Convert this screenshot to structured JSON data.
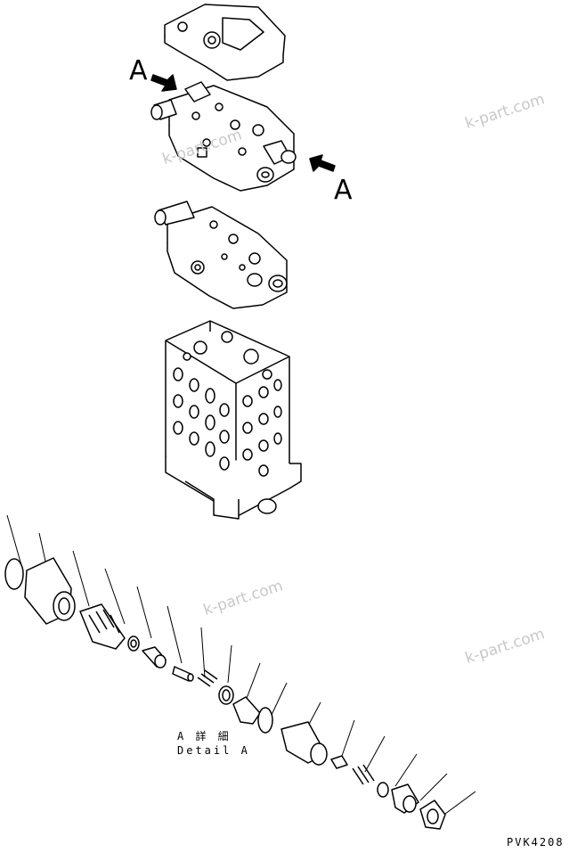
{
  "labels": {
    "view_arrow_left": "A",
    "view_arrow_right": "A",
    "detail_caption_jp": "A 詳 細",
    "detail_caption_en": "Detail A",
    "drawing_code": "PVK4208"
  },
  "watermarks": [
    "k-part.com",
    "k-part.com",
    "k-part.com",
    "k-part.com"
  ],
  "colors": {
    "line": "#000000",
    "watermark": "#c8c8c8",
    "background": "#ffffff"
  }
}
